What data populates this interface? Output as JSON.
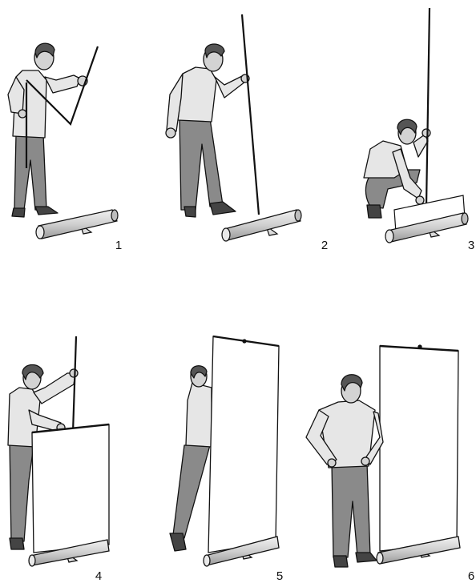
{
  "steps": [
    {
      "number": "1"
    },
    {
      "number": "2"
    },
    {
      "number": "3"
    },
    {
      "number": "4"
    },
    {
      "number": "5"
    },
    {
      "number": "6"
    }
  ],
  "colors": {
    "skin": "#d3d3d3",
    "shirt": "#e6e6e6",
    "trousers": "#8a8a8a",
    "hair": "#555555",
    "shoes": "#444444",
    "base": "#dcdcdc",
    "banner": "#ffffff",
    "outline": "#111111"
  }
}
